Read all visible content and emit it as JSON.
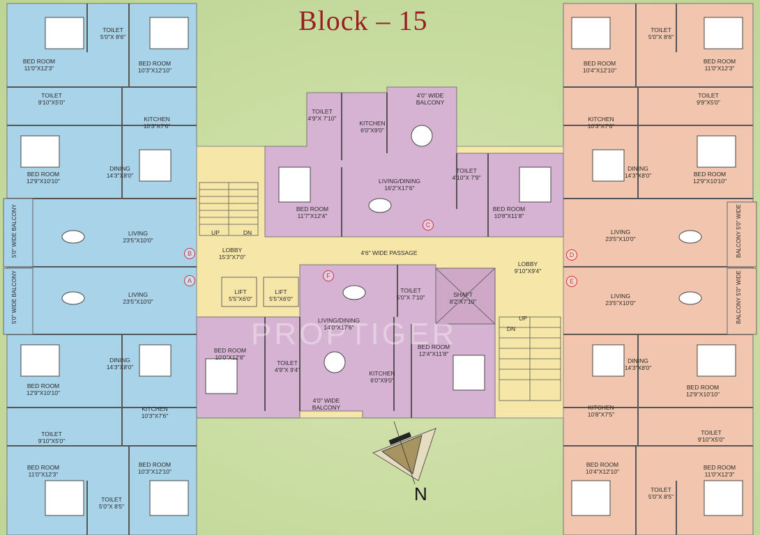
{
  "title": "Block – 15",
  "watermark": "PROPTIGER",
  "north": "N",
  "colors": {
    "west_block": "#a9d3e8",
    "east_block": "#f2c6ae",
    "center_units": "#d7b3d3",
    "common": "#f6e7a8",
    "background": "#c8dca0",
    "marker": "#d0303a"
  },
  "rooms": [
    {
      "name": "BED ROOM",
      "dim": "11'0\"X12'3\""
    },
    {
      "name": "TOILET",
      "dim": "5'0\"X 8'6\""
    },
    {
      "name": "BED ROOM",
      "dim": "10'3\"X12'10\""
    },
    {
      "name": "TOILET",
      "dim": "9'10\"X5'0\""
    },
    {
      "name": "KITCHEN",
      "dim": "10'3\"X7'6\""
    },
    {
      "name": "BED ROOM",
      "dim": "12'9\"X10'10\""
    },
    {
      "name": "DINING",
      "dim": "14'3\"X8'0\""
    },
    {
      "name": "LIVING",
      "dim": "23'5\"X10'0\""
    },
    {
      "name": "LIVING",
      "dim": "23'5\"X10'0\""
    },
    {
      "name": "DINING",
      "dim": "14'3\"X8'0\""
    },
    {
      "name": "BED ROOM",
      "dim": "12'9\"X10'10\""
    },
    {
      "name": "KITCHEN",
      "dim": "10'3\"X7'6\""
    },
    {
      "name": "TOILET",
      "dim": "9'10\"X5'0\""
    },
    {
      "name": "BED ROOM",
      "dim": "11'0\"X12'3\""
    },
    {
      "name": "BED ROOM",
      "dim": "10'3\"X12'10\""
    },
    {
      "name": "TOILET",
      "dim": "5'0\"X 8'5\""
    },
    {
      "name": "BED ROOM",
      "dim": "10'4\"X12'10\""
    },
    {
      "name": "TOILET",
      "dim": "5'0\"X 8'6\""
    },
    {
      "name": "BED ROOM",
      "dim": "11'0\"X12'3\""
    },
    {
      "name": "TOILET",
      "dim": "9'9\"X5'0\""
    },
    {
      "name": "KITCHEN",
      "dim": "10'3\"X7'6\""
    },
    {
      "name": "BED ROOM",
      "dim": "12'9\"X10'10\""
    },
    {
      "name": "DINING",
      "dim": "14'3\"X8'0\""
    },
    {
      "name": "LIVING",
      "dim": "23'5\"X10'0\""
    },
    {
      "name": "LIVING",
      "dim": "23'5\"X10'0\""
    },
    {
      "name": "DINING",
      "dim": "14'3\"X8'0\""
    },
    {
      "name": "BED ROOM",
      "dim": "12'9\"X10'10\""
    },
    {
      "name": "KITCHEN",
      "dim": "10'8\"X7'5\""
    },
    {
      "name": "TOILET",
      "dim": "9'10\"X5'0\""
    },
    {
      "name": "BED ROOM",
      "dim": "10'4\"X12'10\""
    },
    {
      "name": "BED ROOM",
      "dim": "11'0\"X12'3\""
    },
    {
      "name": "TOILET",
      "dim": "5'0\"X 8'5\""
    },
    {
      "name": "TOILET",
      "dim": "4'9\"X 7'10\""
    },
    {
      "name": "KITCHEN",
      "dim": "6'0\"X9'0\""
    },
    {
      "name": "4'0\" WIDE",
      "dim": "BALCONY"
    },
    {
      "name": "LIVING/DINING",
      "dim": "16'2\"X17'6\""
    },
    {
      "name": "TOILET",
      "dim": "4'10\"X 7'9\""
    },
    {
      "name": "BED ROOM",
      "dim": "11'7\"X12'4\""
    },
    {
      "name": "BED ROOM",
      "dim": "10'8\"X11'8\""
    },
    {
      "name": "LOBBY",
      "dim": "15'3\"X7'0\""
    },
    {
      "name": "4'6\" WIDE PASSAGE",
      "dim": ""
    },
    {
      "name": "LOBBY",
      "dim": "9'10\"X9'4\""
    },
    {
      "name": "LIFT",
      "dim": "5'5\"X6'0\""
    },
    {
      "name": "LIFT",
      "dim": "5'5\"X6'0\""
    },
    {
      "name": "TOILET",
      "dim": "5'0\"X 7'10\""
    },
    {
      "name": "SHAFT",
      "dim": "8'2\"X7'10\""
    },
    {
      "name": "LIVING/DINING",
      "dim": "14'0\"X17'6\""
    },
    {
      "name": "BED ROOM",
      "dim": "10'0\"X12'8\""
    },
    {
      "name": "BED ROOM",
      "dim": "12'4\"X11'8\""
    },
    {
      "name": "TOILET",
      "dim": "4'9\"X 9'4\""
    },
    {
      "name": "KITCHEN",
      "dim": "6'0\"X9'0\""
    },
    {
      "name": "4'0\" WIDE",
      "dim": "BALCONY"
    }
  ],
  "vertical_labels": [
    "5'0\" WIDE BALCONY",
    "5'0\" WIDE BALCONY",
    "BALCONY 5'0\" WIDE",
    "BALCONY 5'0\" WIDE"
  ],
  "stair_labels": [
    "UP",
    "DN",
    "UP",
    "DN"
  ],
  "markers": [
    "B",
    "A",
    "C",
    "D",
    "E",
    "F"
  ]
}
